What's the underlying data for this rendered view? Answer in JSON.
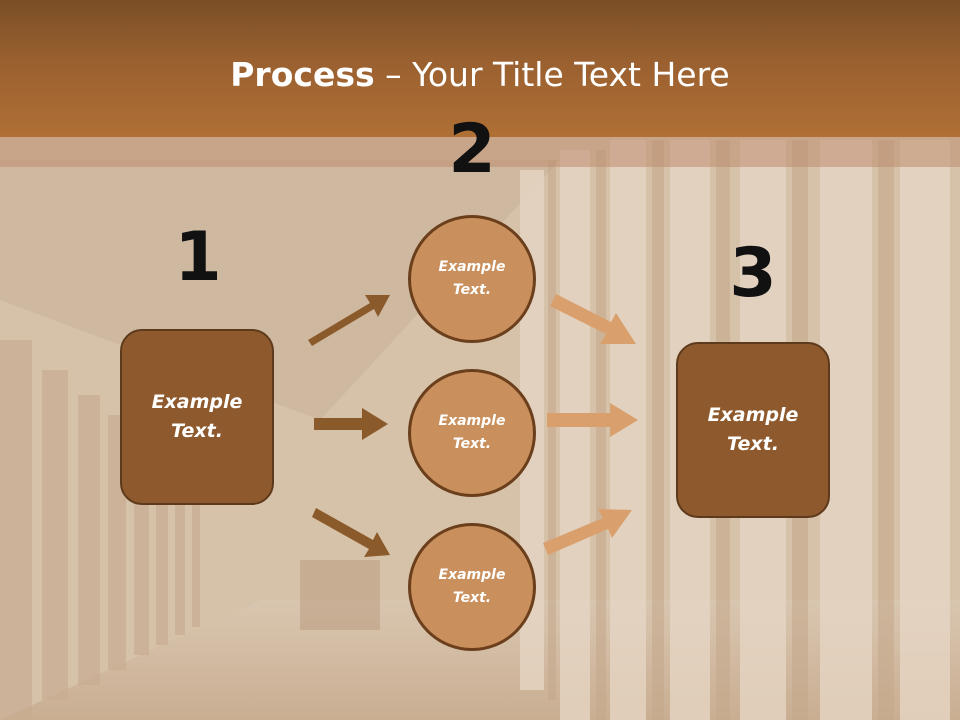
{
  "title": {
    "bold": "Process",
    "rest": " – Your Title Text Here"
  },
  "steps": {
    "one": "1",
    "two": "2",
    "three": "3"
  },
  "start_box": {
    "line1": "Example",
    "line2": "Text."
  },
  "circles": [
    {
      "line1": "Example",
      "line2": "Text."
    },
    {
      "line1": "Example",
      "line2": "Text."
    },
    {
      "line1": "Example",
      "line2": "Text."
    }
  ],
  "end_box": {
    "line1": "Example",
    "line2": "Text."
  },
  "colors": {
    "header": "#9a6030",
    "box_fill": "#8e5a2d",
    "circle_fill": "#c98f5c",
    "dark_arrow": "#8b5a2b",
    "light_arrow": "#d9a06e"
  }
}
